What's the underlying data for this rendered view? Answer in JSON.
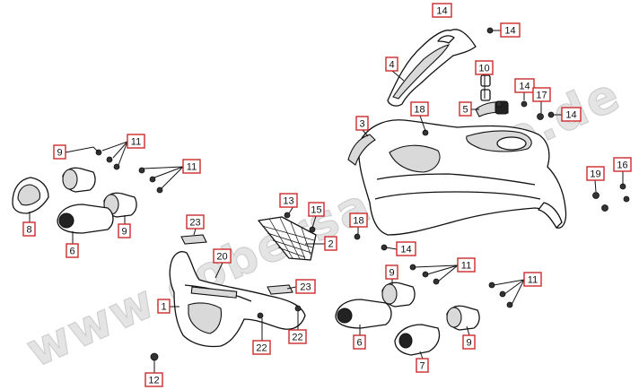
{
  "watermark": "www.cobersaarteile.de",
  "callouts": [
    {
      "label": "14"
    },
    {
      "label": "14"
    },
    {
      "label": "4"
    },
    {
      "label": "10"
    },
    {
      "label": "14"
    },
    {
      "label": "5"
    },
    {
      "label": "17"
    },
    {
      "label": "14"
    },
    {
      "label": "3"
    },
    {
      "label": "18"
    },
    {
      "label": "9"
    },
    {
      "label": "11"
    },
    {
      "label": "11"
    },
    {
      "label": "8"
    },
    {
      "label": "9"
    },
    {
      "label": "6"
    },
    {
      "label": "19"
    },
    {
      "label": "16"
    },
    {
      "label": "13"
    },
    {
      "label": "15"
    },
    {
      "label": "23"
    },
    {
      "label": "2"
    },
    {
      "label": "18"
    },
    {
      "label": "14"
    },
    {
      "label": "20"
    },
    {
      "label": "1"
    },
    {
      "label": "23"
    },
    {
      "label": "22"
    },
    {
      "label": "22"
    },
    {
      "label": "12"
    },
    {
      "label": "11"
    },
    {
      "label": "9"
    },
    {
      "label": "11"
    },
    {
      "label": "6"
    },
    {
      "label": "9"
    },
    {
      "label": "7"
    }
  ]
}
